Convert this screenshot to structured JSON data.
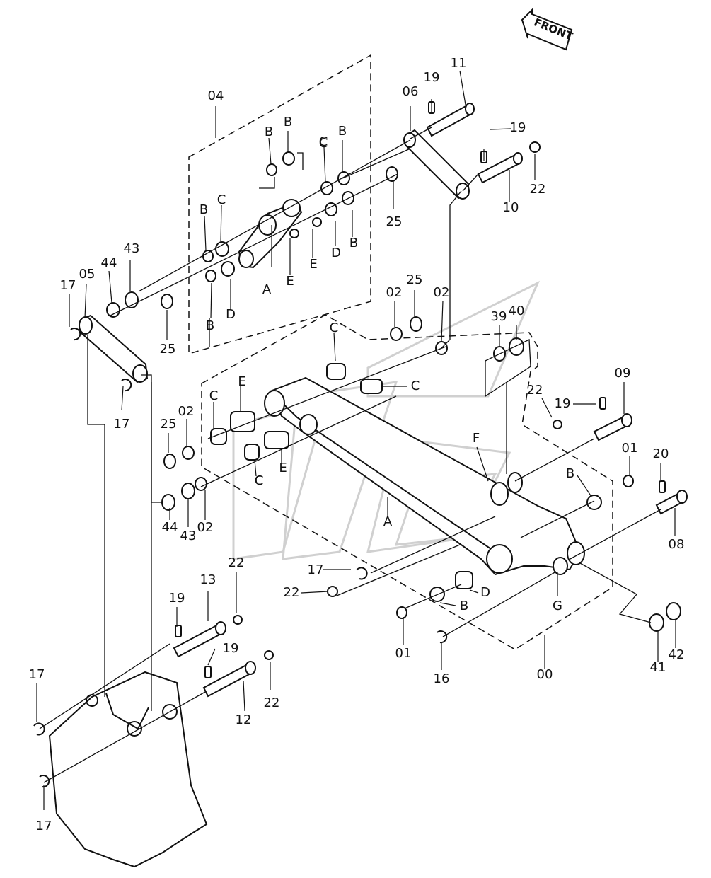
{
  "front_label": "FRONT",
  "callouts": [
    "04",
    "B",
    "B",
    "C",
    "B",
    "B",
    "C",
    "E",
    "D",
    "D",
    "E",
    "A",
    "B",
    "C",
    "B",
    "D",
    "B",
    "25",
    "06",
    "19",
    "11",
    "19",
    "22",
    "10",
    "17",
    "05",
    "44",
    "43",
    "25",
    "02",
    "25",
    "02",
    "C",
    "39",
    "40",
    "C",
    "E",
    "C",
    "17",
    "C",
    "25",
    "02",
    "C",
    "E",
    "02",
    "44",
    "43",
    "22",
    "19",
    "09",
    "F",
    "A",
    "01",
    "B",
    "20",
    "08",
    "17",
    "22",
    "D",
    "B",
    "G",
    "01",
    "16",
    "00",
    "41",
    "42",
    "13",
    "19",
    "22",
    "19",
    "22",
    "12",
    "17",
    "17"
  ]
}
